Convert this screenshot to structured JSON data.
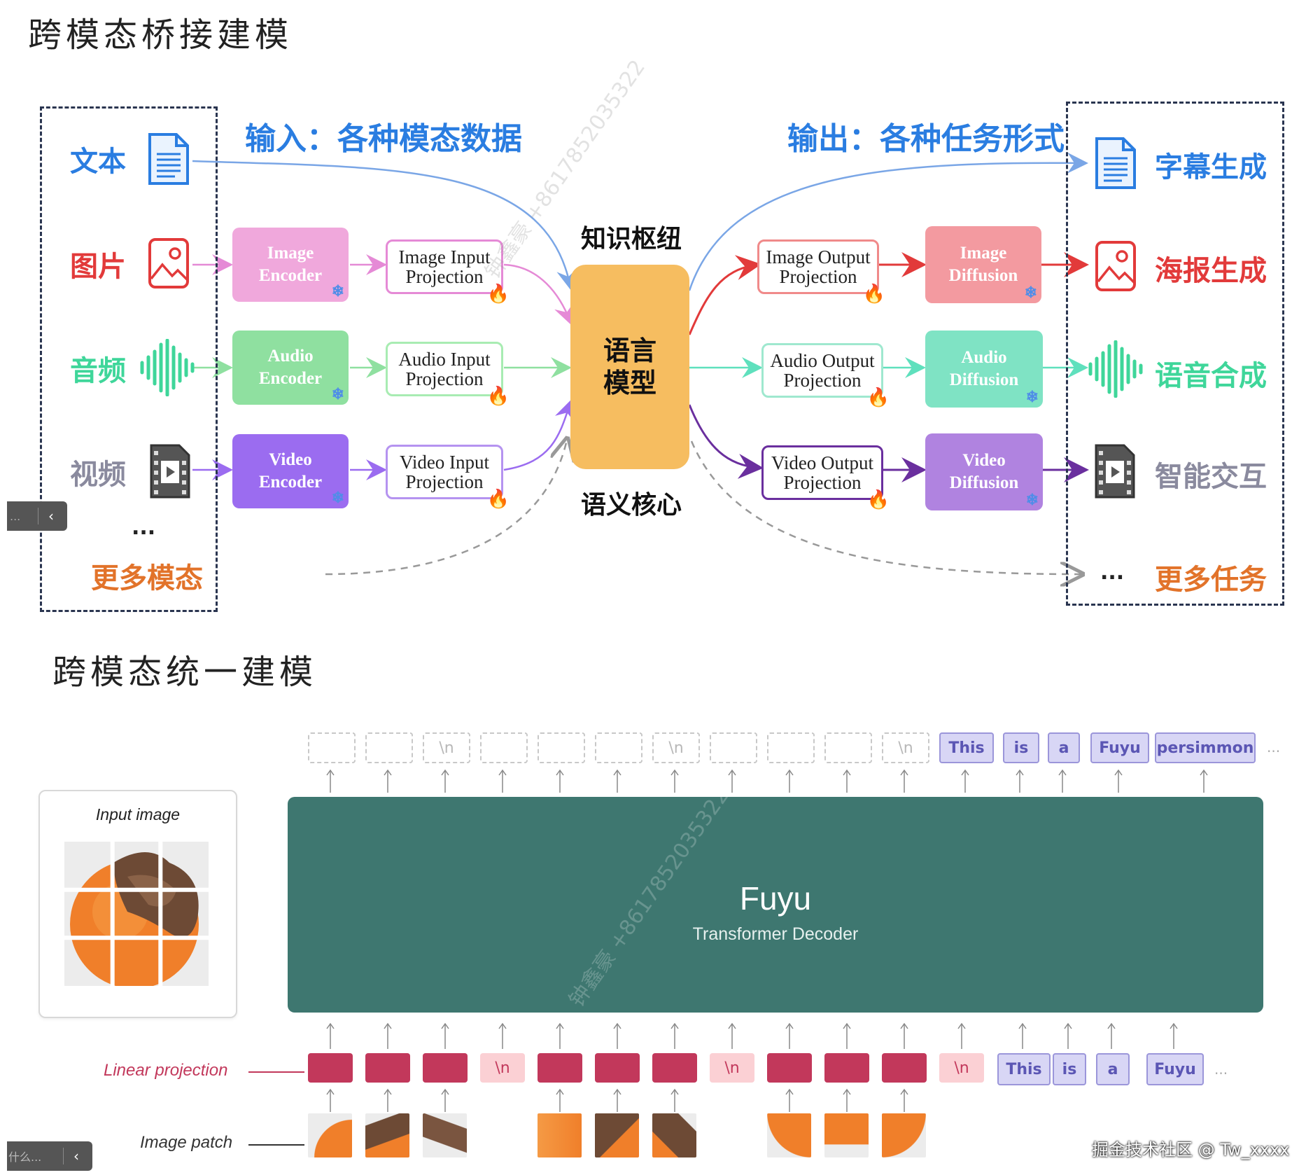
{
  "top_title": "跨模态桥接建模",
  "bottom_title": "跨模态统一建模",
  "input_header": "输入：各种模态数据",
  "output_header": "输出：各种任务形式",
  "inputs": {
    "text": "文本",
    "image": "图片",
    "audio": "音频",
    "video": "视频",
    "ellipsis": "...",
    "more": "更多模态"
  },
  "outputs": {
    "text": "字幕生成",
    "image": "海报生成",
    "audio": "语音合成",
    "video": "智能交互",
    "ellipsis": "...",
    "more": "更多任务"
  },
  "encoders": {
    "image": "Image Encoder",
    "audio": "Audio Encoder",
    "video": "Video Encoder"
  },
  "input_projections": {
    "image": "Image Input Projection",
    "audio": "Audio Input Projection",
    "video": "Video Input Projection"
  },
  "output_projections": {
    "image": "Image Output Projection",
    "audio": "Audio Output Projection",
    "video": "Video Output Projection"
  },
  "diffusions": {
    "image": "Image Diffusion",
    "audio": "Audio Diffusion",
    "video": "Video Diffusion"
  },
  "core": {
    "top_label": "知识枢纽",
    "box_line1": "语言",
    "box_line2": "模型",
    "bottom_label": "语义核心"
  },
  "fuyu": {
    "input_image_label": "Input image",
    "model_name": "Fuyu",
    "model_sub": "Transformer Decoder",
    "linear_projection_label": "Linear projection",
    "image_patch_label": "Image patch",
    "output_tokens": [
      "",
      "",
      "\\n",
      "",
      "",
      "",
      "\\n",
      "",
      "",
      "",
      "\\n",
      "This",
      "is",
      "a",
      "Fuyu",
      "persimmon"
    ],
    "input_tokens": [
      "",
      "",
      "",
      "\\n",
      "",
      "",
      "",
      "\\n",
      "",
      "",
      "",
      "\\n",
      "This",
      "is",
      "a",
      "Fuyu"
    ],
    "ellipsis": "..."
  },
  "watermark_text": "钟鑫豪 +8617852035322",
  "footer_credit": "掘金技术社区 @ Tw_xxxx",
  "side_tabs": {
    "top": "...",
    "bottom": "什么..."
  },
  "colors": {
    "image": "#e23a3a",
    "audio": "#3fd69a",
    "video": "#8a58d8",
    "text": "#2a7de1",
    "more": "#e2732a",
    "image_encoder_bg": "#f0a8dc",
    "audio_encoder_bg": "#8fe0a0",
    "video_encoder_bg": "#9b6cf0",
    "image_diffusion_bg": "#f39aa0",
    "audio_diffusion_bg": "#7fe3c4",
    "video_diffusion_bg": "#b083e0",
    "core_bg": "#f6bd60",
    "decoder_bg": "#3e7770"
  }
}
